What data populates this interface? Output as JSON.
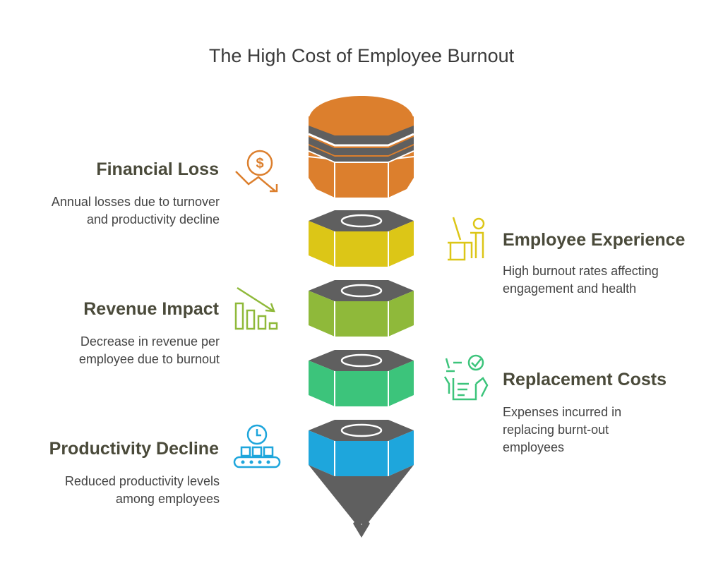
{
  "title": "The High Cost of Employee Burnout",
  "colors": {
    "dark_gray": "#5f5f5f",
    "financial": "#dc7f2d",
    "employee": "#dcc617",
    "revenue": "#8fb93a",
    "replacement": "#3cc47b",
    "productivity": "#1ea6dc",
    "heading_text": "#4a4a3a"
  },
  "items": [
    {
      "heading": "Financial Loss",
      "desc_lines": [
        "Annual losses due to turnover",
        "and productivity decline"
      ],
      "icon": "dollar-decline-icon",
      "color": "#dc7f2d"
    },
    {
      "heading": "Employee Experience",
      "desc_lines": [
        "High burnout rates affecting",
        "engagement and health"
      ],
      "icon": "person-at-desk-icon",
      "color": "#dcc617"
    },
    {
      "heading": "Revenue Impact",
      "desc_lines": [
        "Decrease in revenue per",
        "employee due to burnout"
      ],
      "icon": "declining-bar-chart-icon",
      "color": "#8fb93a"
    },
    {
      "heading": "Replacement Costs",
      "desc_lines": [
        "Expenses incurred in",
        "replacing burnt-out",
        "employees"
      ],
      "icon": "checklist-hand-icon",
      "color": "#3cc47b"
    },
    {
      "heading": "Productivity Decline",
      "desc_lines": [
        "Reduced productivity levels",
        "among employees"
      ],
      "icon": "clock-conveyor-icon",
      "color": "#1ea6dc"
    }
  ]
}
